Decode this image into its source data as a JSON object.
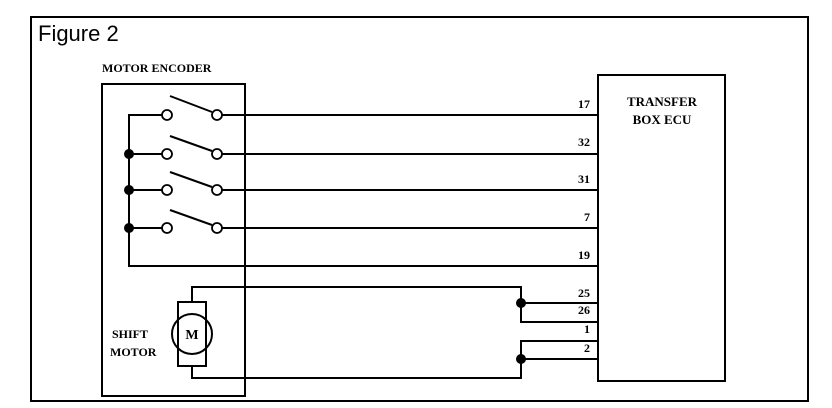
{
  "figure": {
    "title": "Figure 2",
    "encoder_label": "MOTOR ENCODER",
    "ecu_label_line1": "TRANSFER",
    "ecu_label_line2": "BOX ECU",
    "motor_label_line1": "SHIFT",
    "motor_label_line2": "MOTOR",
    "motor_symbol": "M",
    "pins": [
      "17",
      "32",
      "31",
      "7",
      "19",
      "25",
      "26",
      "1",
      "2"
    ]
  }
}
